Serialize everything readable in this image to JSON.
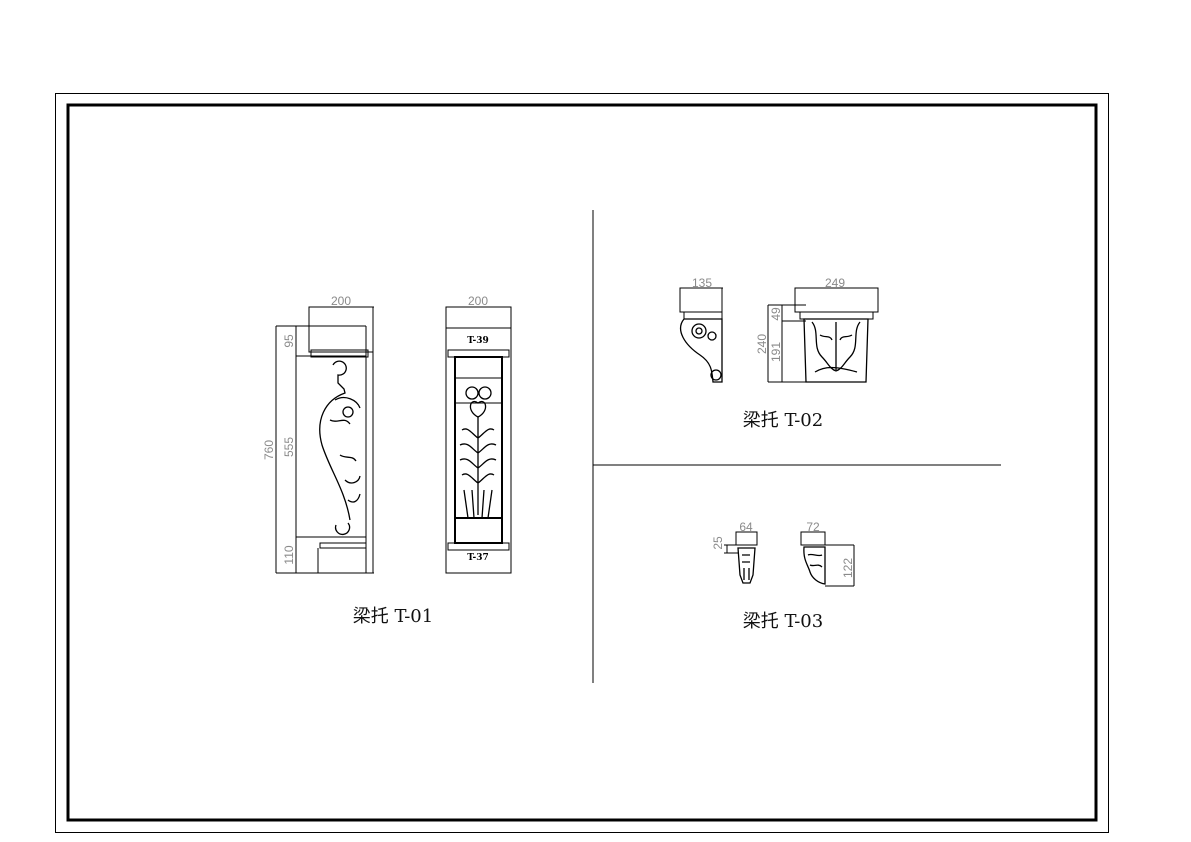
{
  "drawing": {
    "sections": [
      {
        "title": "梁托 T-01",
        "dims": {
          "width_left": "200",
          "width_right": "200",
          "total_height": "760",
          "top": "95",
          "middle": "555",
          "bottom": "110"
        },
        "tags": {
          "top": "T-39",
          "bottom": "T-37"
        }
      },
      {
        "title": "梁托 T-02",
        "dims": {
          "side_width": "135",
          "front_width": "249",
          "total_height": "240",
          "top": "49",
          "body": "191"
        }
      },
      {
        "title": "梁托 T-03",
        "dims": {
          "side_width": "64",
          "top": "25",
          "front_width": "72",
          "height": "122"
        }
      }
    ]
  }
}
